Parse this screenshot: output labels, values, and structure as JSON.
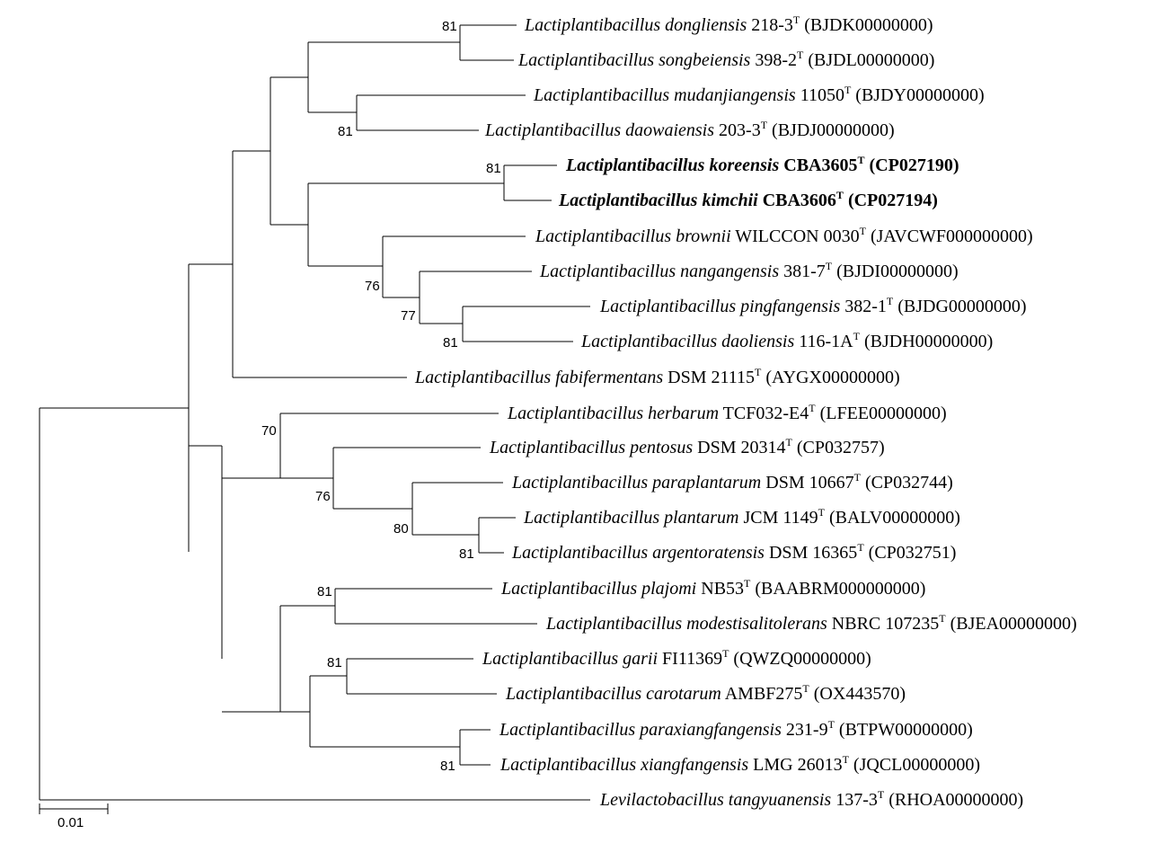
{
  "taxa": [
    {
      "genus": "Lactiplantibacillus",
      "species": "dongliensis",
      "strain": "218-3",
      "sup": "T",
      "accession": "(BJDK00000000)",
      "bold": false
    },
    {
      "genus": "Lactiplantibacillus",
      "species": "songbeiensis",
      "strain": "398-2",
      "sup": "T",
      "accession": "(BJDL00000000)",
      "bold": false
    },
    {
      "genus": "Lactiplantibacillus",
      "species": "mudanjiangensis",
      "strain": "11050",
      "sup": "T",
      "accession": "(BJDY00000000)",
      "bold": false
    },
    {
      "genus": "Lactiplantibacillus",
      "species": "daowaiensis",
      "strain": "203-3",
      "sup": "T",
      "accession": "(BJDJ00000000)",
      "bold": false
    },
    {
      "genus": "Lactiplantibacillus",
      "species": "koreensis",
      "strain": "CBA3605",
      "sup": "T",
      "accession": "(CP027190)",
      "bold": true
    },
    {
      "genus": "Lactiplantibacillus",
      "species": "kimchii",
      "strain": "CBA3606",
      "sup": "T",
      "accession": "(CP027194)",
      "bold": true
    },
    {
      "genus": "Lactiplantibacillus",
      "species": "brownii",
      "strain": "WILCCON 0030",
      "sup": "T",
      "accession": "(JAVCWF000000000)",
      "bold": false
    },
    {
      "genus": "Lactiplantibacillus",
      "species": "nangangensis",
      "strain": "381-7",
      "sup": "T",
      "accession": "(BJDI00000000)",
      "bold": false
    },
    {
      "genus": "Lactiplantibacillus",
      "species": "pingfangensis",
      "strain": "382-1",
      "sup": "T",
      "accession": "(BJDG00000000)",
      "bold": false
    },
    {
      "genus": "Lactiplantibacillus",
      "species": "daoliensis",
      "strain": "116-1A",
      "sup": "T",
      "accession": "(BJDH00000000)",
      "bold": false
    },
    {
      "genus": "Lactiplantibacillus",
      "species": "fabifermentans",
      "strain": "DSM 21115",
      "sup": "T",
      "accession": "(AYGX00000000)",
      "bold": false
    },
    {
      "genus": "Lactiplantibacillus",
      "species": "herbarum",
      "strain": "TCF032-E4",
      "sup": "T",
      "accession": "(LFEE00000000)",
      "bold": false
    },
    {
      "genus": "Lactiplantibacillus",
      "species": "pentosus",
      "strain": "DSM 20314",
      "sup": "T",
      "accession": "(CP032757)",
      "bold": false
    },
    {
      "genus": "Lactiplantibacillus",
      "species": "paraplantarum",
      "strain": "DSM 10667",
      "sup": "T",
      "accession": "(CP032744)",
      "bold": false
    },
    {
      "genus": "Lactiplantibacillus",
      "species": "plantarum",
      "strain": "JCM 1149",
      "sup": "T",
      "accession": "(BALV00000000)",
      "bold": false
    },
    {
      "genus": "Lactiplantibacillus",
      "species": "argentoratensis",
      "strain": "DSM 16365",
      "sup": "T",
      "accession": "(CP032751)",
      "bold": false
    },
    {
      "genus": "Lactiplantibacillus",
      "species": "plajomi",
      "strain": "NB53",
      "sup": "T",
      "accession": "(BAABRM000000000)",
      "bold": false
    },
    {
      "genus": "Lactiplantibacillus",
      "species": "modestisalitolerans",
      "strain": "NBRC 107235",
      "sup": "T",
      "accession": "(BJEA00000000)",
      "bold": false
    },
    {
      "genus": "Lactiplantibacillus",
      "species": "garii",
      "strain": "FI11369",
      "sup": "T",
      "accession": "(QWZQ00000000)",
      "bold": false
    },
    {
      "genus": "Lactiplantibacillus",
      "species": "carotarum",
      "strain": "AMBF275",
      "sup": "T",
      "accession": "(OX443570)",
      "bold": false
    },
    {
      "genus": "Lactiplantibacillus",
      "species": "paraxiangfangensis",
      "strain": "231-9",
      "sup": "T",
      "accession": "(BTPW00000000)",
      "bold": false
    },
    {
      "genus": "Lactiplantibacillus",
      "species": "xiangfangensis",
      "strain": "LMG 26013",
      "sup": "T",
      "accession": "(JQCL00000000)",
      "bold": false
    },
    {
      "genus": "Levilactobacillus",
      "species": "tangyuanensis",
      "strain": "137-3",
      "sup": "T",
      "accession": "(RHOA00000000)",
      "bold": false
    }
  ],
  "bootstrap": [
    "81",
    "81",
    "81",
    "76",
    "77",
    "81",
    "70",
    "76",
    "80",
    "81",
    "81",
    "81",
    "81"
  ],
  "scale_bar": {
    "label": "0.01",
    "value": 0.01
  }
}
